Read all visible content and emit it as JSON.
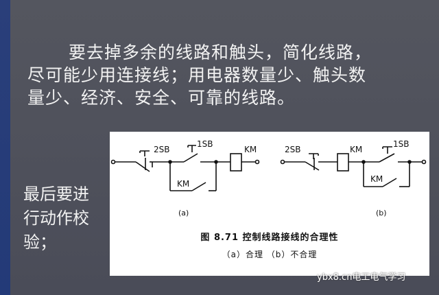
{
  "slide": {
    "paragraph_lines": [
      "要去掉多余的线路和触头，简化线路，",
      "尽可能少用连接线；用电器数量少、触头数",
      "量少、经济、安全、可靠的线路。"
    ],
    "side_note_lines": [
      "最后要进",
      "行动作校",
      "验；"
    ]
  },
  "figure": {
    "diagram_a": {
      "labels": {
        "button_stop": "2SB",
        "button_start": "1SB",
        "coil": "KM",
        "contact": "KM"
      },
      "caption": "(a)"
    },
    "diagram_b": {
      "labels": {
        "button_stop": "2SB",
        "button_start": "1SB",
        "coil": "KM",
        "contact": "KM"
      },
      "caption": "(b)"
    },
    "title": "图 8.71   控制线路接线的合理性",
    "subtitle": "（a）合理    （b）不合理"
  },
  "watermark": "ybx8.cn电工电气学习",
  "colors": {
    "background": "#4d4f5c",
    "strip": "#2a3f7a",
    "text": "#f2f2f2",
    "figure_bg": "#ffffff"
  }
}
